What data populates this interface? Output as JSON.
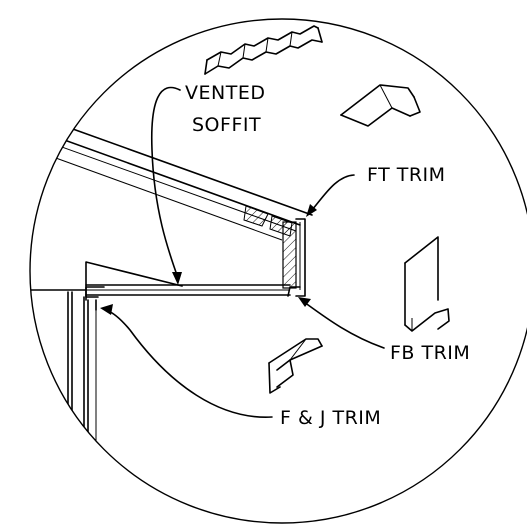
{
  "labels": {
    "vented_soffit_line1": "VENTED",
    "vented_soffit_line2": "SOFFIT",
    "ft_trim": "FT TRIM",
    "fb_trim": "FB TRIM",
    "fj_trim": "F & J TRIM"
  }
}
